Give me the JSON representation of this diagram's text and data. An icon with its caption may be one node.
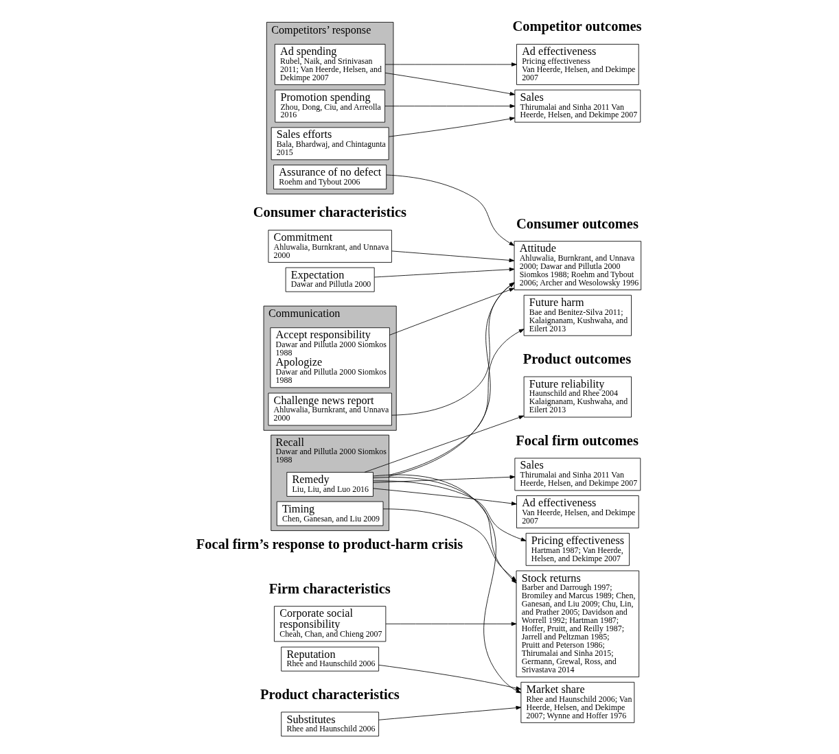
{
  "diagram": {
    "nodes": [
      {
        "text": [
          "Communication"
        ]
      },
      {
        "text": [
          "Accept responsibility",
          "Dawar and Pillutla 2000 Siomkos 1988",
          "Apologize",
          "Dawar and Pillutla 2000 Siomkos 1988"
        ],
        "in": 0
      },
      {
        "text": [
          "Challenge news report",
          "Ahluwalia, Burnkrant, and Unnava 2000"
        ],
        "in": 0
      },
      {
        "text": [
          "Recall",
          "Dawar and Pillutla 2000 Siomkos 1988"
        ]
      },
      {
        "text": [
          "Remedy",
          "Liu, Liu, and Luo 2016"
        ],
        "in": 3
      },
      {
        "text": [
          "Timing",
          "Chen, Ganesan, and Liu 2009"
        ],
        "in": 3
      },
      {
        "text": [
          "Competitors’ response"
        ]
      },
      {
        "text": [
          "Assurance of no defect",
          "Roehm and Tybout 2006"
        ],
        "in": 6
      },
      {
        "text": [
          "Ad spending",
          "Rubel, Naik, and Srinivasan 2011; Van Heerde, Helsen, and Dekimpe 2007"
        ],
        "in": 6
      },
      {
        "text": [
          "Promotion spending",
          "Zhou, Dong, Ciu, and Arreolla 2016"
        ],
        "in": 6
      },
      {
        "text": [
          "Sales efforts",
          "Bala, Bhardwaj, and Chintagunta 2015"
        ],
        "in": 6
      },
      {
        "text": [
          "Commitment",
          "Ahluwalia, Burnkrant, and Unnava 2000"
        ]
      },
      {
        "text": [
          "Expectation",
          "Dawar and Pillutla 2000"
        ]
      },
      {
        "text": [
          "Reputation",
          "Rhee and Haunschild 2006"
        ]
      },
      {
        "text": [
          "Corporate social responsibility",
          "Cheah, Chan, and Chieng 2007"
        ]
      },
      {
        "text": [
          "Substitutes",
          "Rhee and Haunschild 2006"
        ]
      },
      {
        "text": [
          "Attitude",
          "Ahluwalia, Burnkrant, and Unnava 2000; Dawar and Pillutla 2000 Siomkos 1988; Roehm and Tybout 2006; Archer and Wesolowsky 1996"
        ]
      },
      {
        "text": [
          "Future harm",
          "Bae and Benitez-Silva 2011; Kalaignanam, Kushwaha, and Eilert 2013"
        ]
      },
      {
        "text": [
          "Market share",
          "Rhee and Haunschild 2006; Van Heerde, Helsen, and Dekimpe 2007; Wynne and Hoffer 1976"
        ]
      },
      {
        "text": [
          "Sales",
          "Thirumalai and Sinha 2011 Van Heerde, Helsen, and Dekimpe 2007"
        ]
      },
      {
        "text": [
          "Ad effectiveness",
          "Van Heerde, Helsen, and Dekimpe 2007"
        ]
      },
      {
        "text": [
          "Pricing effectiveness",
          "Hartman 1987; Van Heerde, Helsen, and Dekimpe 2007"
        ]
      },
      {
        "text": [
          "Stock returns",
          "Barber and Darrough 1997; Bromiley and Marcus 1989; Chen, Ganesan, and Liu 2009; Chu, Lin, and Prather 2005; Davidson and Worrell 1992; Hartman 1987; Hoffer, Pruitt, and Reilly 1987; Jarrell and Peltzman 1985; Pruitt and Peterson 1986; Thirumalai and Sinha 2015; Germann, Grewal, Ross, and Srivastava 2014"
        ]
      },
      {
        "text": [
          "Future reliability",
          "Haunschild and Rhee 2004 Kalaignanam, Kushwaha, and Eilert 2013"
        ]
      },
      {
        "text": [
          "Ad effectiveness",
          "Pricing effectiveness",
          "Van Heerde, Helsen, and Dekimpe 2007"
        ]
      },
      {
        "text": [
          "Sales",
          "Thirumalai and Sinha 2011 Van Heerde, Helsen, and Dekimpe 2007"
        ]
      }
    ],
    "edges": [
      {
        "from": 1,
        "to": 16,
        "arrow": "to"
      },
      {
        "from": 2,
        "to": 16,
        "arrow": "to"
      },
      {
        "from": 11,
        "to": 16,
        "arrow": "to"
      },
      {
        "from": 12,
        "to": 16,
        "arrow": "to"
      },
      {
        "from": 3,
        "to": 16,
        "arrow": "to"
      },
      {
        "from": 7,
        "to": 16,
        "arrow": "to"
      },
      {
        "from": 3,
        "to": 17,
        "arrow": "to"
      },
      {
        "from": 4,
        "to": 18,
        "arrow": "to"
      },
      {
        "from": 4,
        "to": 19,
        "arrow": "to"
      },
      {
        "from": 4,
        "to": 20,
        "arrow": "to"
      },
      {
        "from": 4,
        "to": 21,
        "arrow": "to"
      },
      {
        "from": 4,
        "to": 22,
        "arrow": "to"
      },
      {
        "from": 4,
        "to": 23,
        "arrow": "to"
      },
      {
        "from": 5,
        "to": 22,
        "arrow": "to"
      },
      {
        "from": 13,
        "to": 18,
        "arrow": "to"
      },
      {
        "from": 15,
        "to": 18,
        "arrow": "to"
      },
      {
        "from": 14,
        "to": 22,
        "arrow": "to"
      },
      {
        "from": 8,
        "to": 24,
        "arrow": "to"
      },
      {
        "from": 8,
        "to": 25,
        "arrow": "to"
      },
      {
        "from": 9,
        "to": 25,
        "arrow": "to"
      },
      {
        "from": 10,
        "to": 25,
        "arrow": "to"
      }
    ],
    "labels": [
      "Focal firm’s response to product-harm crisis",
      "Consumer characteristics",
      "Firm characteristics",
      "Product characteristics",
      "Consumer outcomes",
      "Focal firm outcomes",
      "Competitor outcomes",
      "Product outcomes"
    ]
  }
}
